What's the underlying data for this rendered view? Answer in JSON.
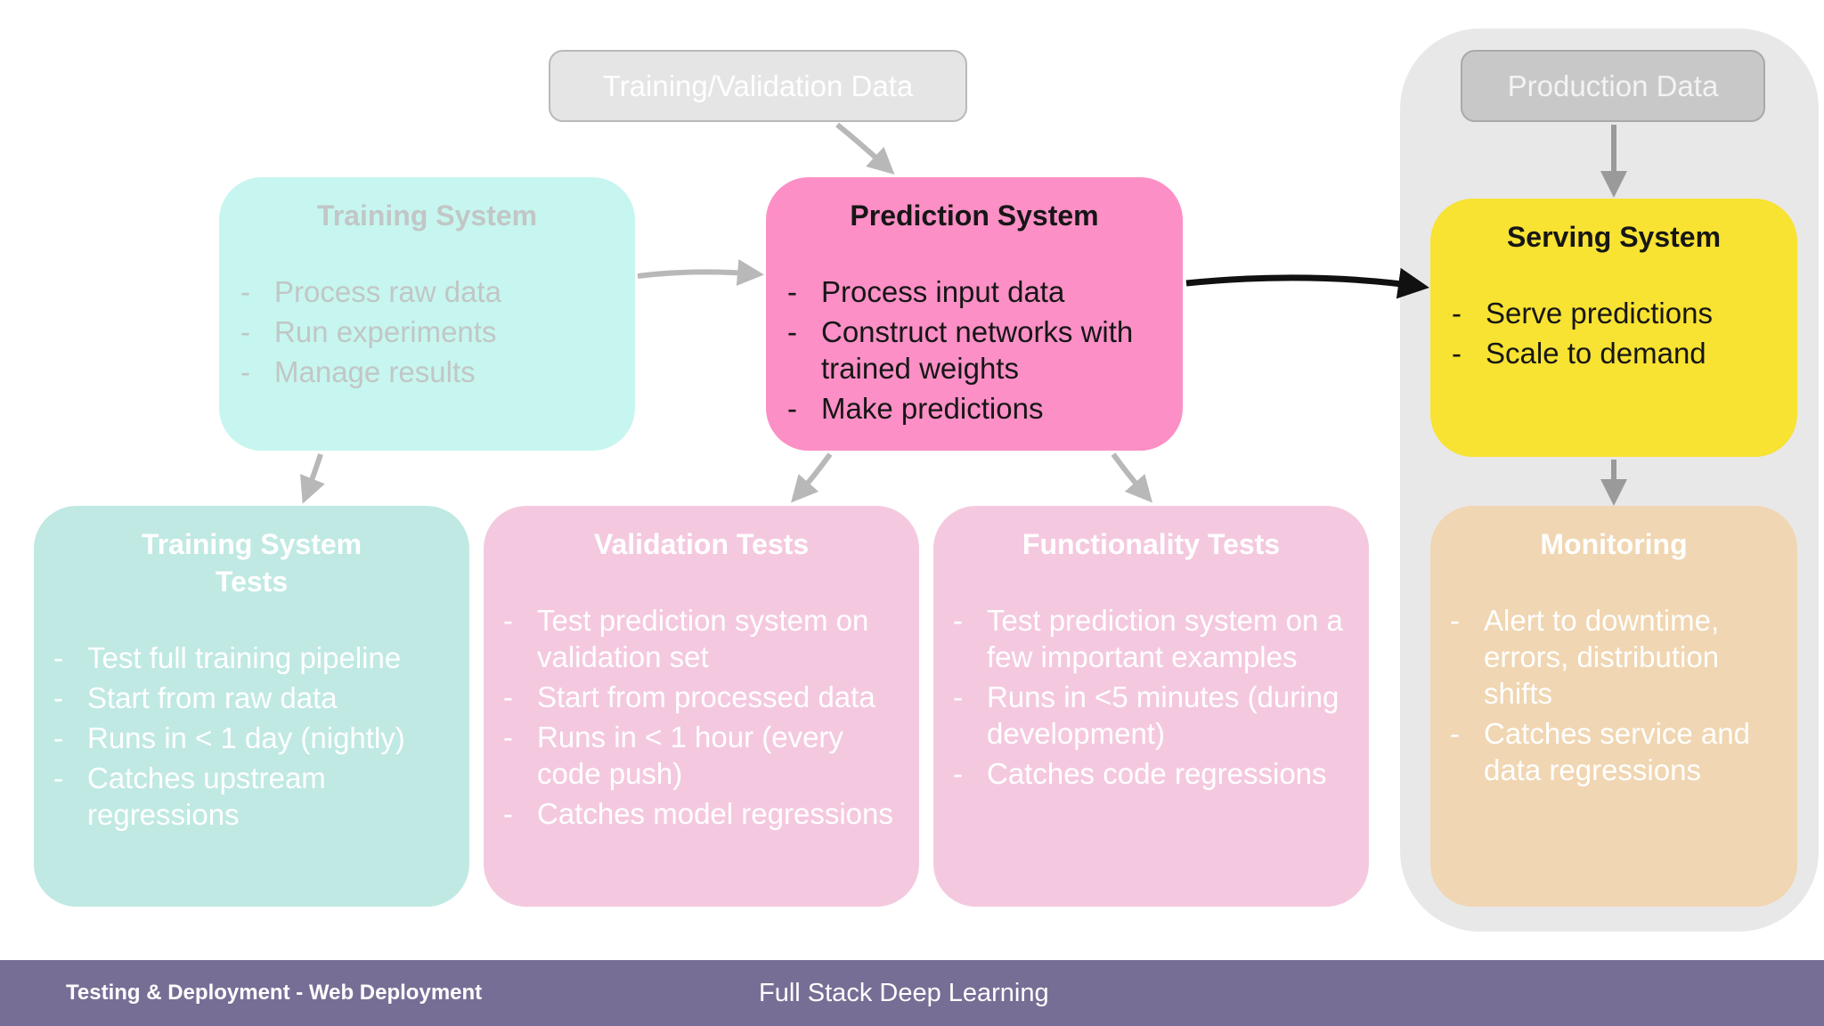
{
  "inputs": {
    "training_validation_data": "Training/Validation Data",
    "production_data": "Production Data"
  },
  "training_system": {
    "title": "Training System",
    "items": [
      "Process raw data",
      "Run experiments",
      "Manage results"
    ]
  },
  "prediction_system": {
    "title": "Prediction System",
    "items": [
      "Process input data",
      "Construct networks with trained weights",
      "Make predictions"
    ]
  },
  "serving_system": {
    "title": "Serving System",
    "items": [
      "Serve predictions",
      "Scale to demand"
    ]
  },
  "training_system_tests": {
    "title": "Training System Tests",
    "items": [
      "Test full training pipeline",
      "Start from raw data",
      "Runs in < 1 day (nightly)",
      "Catches upstream regressions"
    ]
  },
  "validation_tests": {
    "title": "Validation Tests",
    "items": [
      "Test prediction system on validation set",
      "Start from processed data",
      "Runs in < 1 hour (every code push)",
      "Catches model regressions"
    ]
  },
  "functionality_tests": {
    "title": "Functionality Tests",
    "items": [
      "Test prediction system on a few important examples",
      "Runs in <5 minutes (during development)",
      "Catches code regressions"
    ]
  },
  "monitoring": {
    "title": "Monitoring",
    "items": [
      "Alert to downtime, errors, distribution shifts",
      "Catches service and data regressions"
    ]
  },
  "footer": {
    "left": "Testing & Deployment - Web Deployment",
    "center": "Full Stack Deep Learning"
  },
  "colors": {
    "training": "#c6f6ef",
    "prediction": "#fc8fc6",
    "serving": "#f8e232",
    "tests_training": "#c0e9e3",
    "tests_pink": "#f4c9df",
    "monitoring": "#f0d6b2",
    "production_panel": "#e8e8e8",
    "footer_bg": "#776e95"
  }
}
